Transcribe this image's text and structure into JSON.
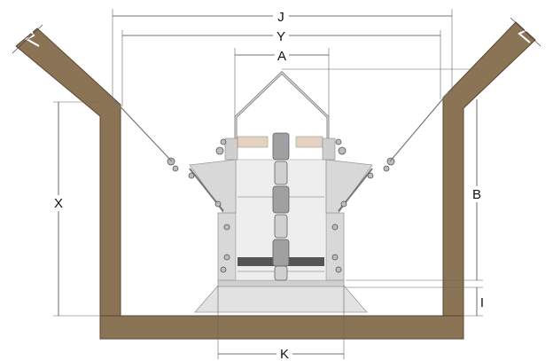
{
  "labels": {
    "J": "J",
    "Y": "Y",
    "A": "A",
    "X": "X",
    "B": "B",
    "I": "I",
    "K": "K"
  },
  "colors": {
    "channel": "#8b7355",
    "channel_stroke": "#5a4632",
    "metal": "#d8d8d8",
    "metal_dark": "#9a9a9a",
    "base": "#e2e2e2",
    "belt": "#e3d2c2",
    "chain": "#7d7d7d",
    "dark_bar": "#555555"
  }
}
